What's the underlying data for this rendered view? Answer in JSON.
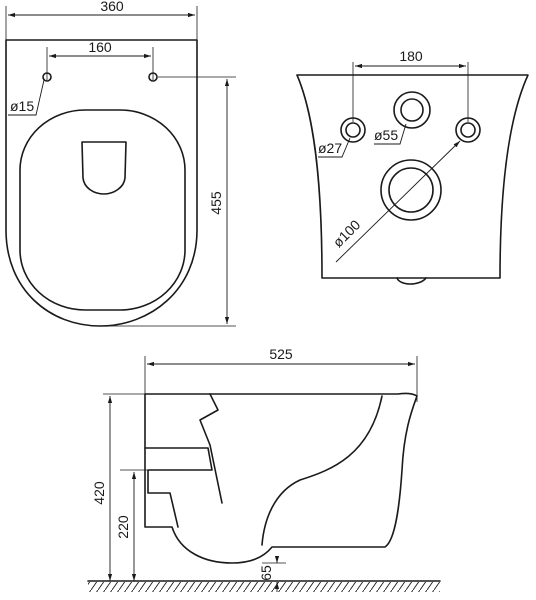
{
  "drawing": {
    "top_view": {
      "width": "360",
      "hole_spacing": "160",
      "hole_diameter": "ø15",
      "length": "455"
    },
    "back_view": {
      "bolt_spacing": "180",
      "bolt_diameter": "ø27",
      "inlet_diameter": "ø55",
      "outlet_diameter": "ø100"
    },
    "side_view": {
      "length": "525",
      "height": "420",
      "outlet_height": "220",
      "floor_clearance": "65"
    }
  }
}
